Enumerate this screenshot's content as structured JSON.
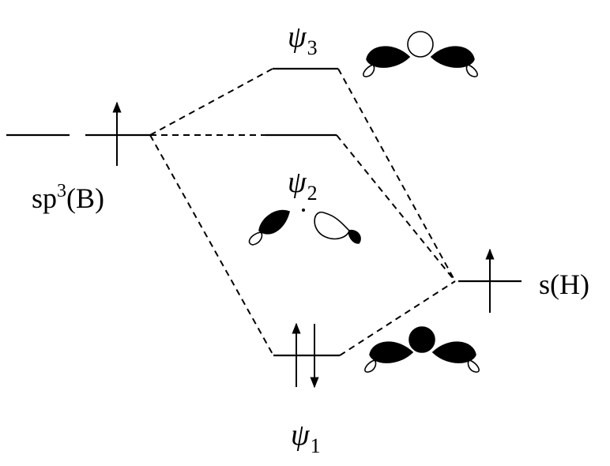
{
  "labels": {
    "psi3": {
      "sym": "ψ",
      "sub": "3"
    },
    "psi2": {
      "sym": "ψ",
      "sub": "2"
    },
    "psi1": {
      "sym": "ψ",
      "sub": "1"
    },
    "boron": {
      "pre": "sp",
      "sup": "3",
      "post": "(B)"
    },
    "hydrogen": "s(H)"
  },
  "colors": {
    "ink": "#000000",
    "background": "#ffffff"
  }
}
